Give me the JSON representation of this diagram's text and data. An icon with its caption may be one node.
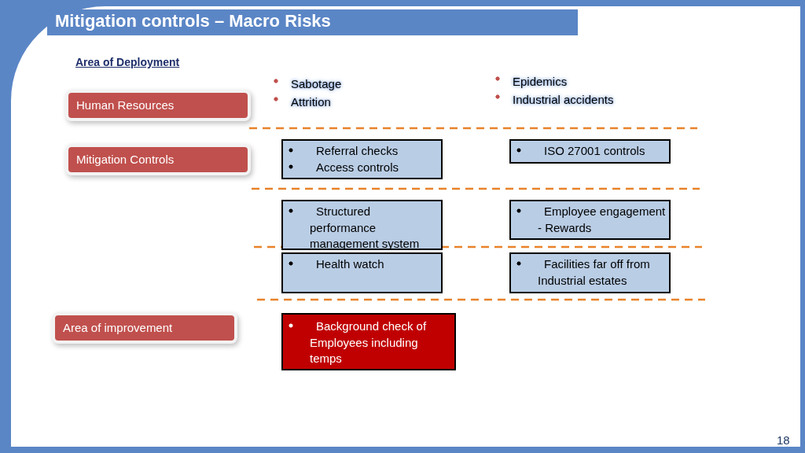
{
  "diagram": {
    "title": "Mitigation controls – Macro Risks",
    "nodes": [
      {
        "text": [
          "Human Resources"
        ]
      },
      {
        "text": [
          "Mitigation Controls"
        ]
      },
      {
        "text": [
          "Referral checks",
          "Access controls"
        ]
      },
      {
        "text": [
          "ISO 27001 controls"
        ]
      },
      {
        "text": [
          "Structured performance management system"
        ]
      },
      {
        "text": [
          "Employee engagement - Rewards"
        ]
      },
      {
        "text": [
          "Health watch"
        ]
      },
      {
        "text": [
          "Facilities far off from Industrial estates"
        ]
      },
      {
        "text": [
          "Area of improvement"
        ]
      },
      {
        "text": [
          "Background check of Employees including temps"
        ]
      }
    ],
    "labels": [
      "Area of Deployment",
      "Sabotage",
      "Attrition",
      "Epidemics",
      "Industrial accidents",
      "18"
    ]
  }
}
